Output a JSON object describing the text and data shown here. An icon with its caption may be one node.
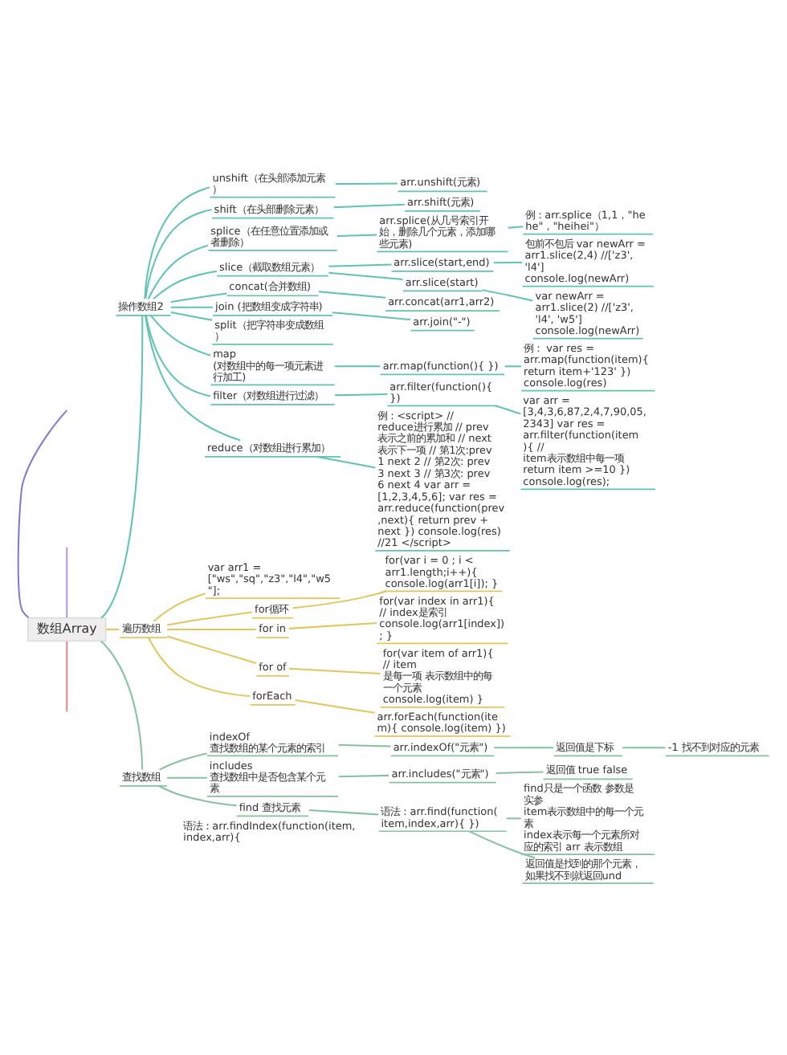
{
  "diagram": {
    "nodes": [
      {
        "text": [
          "数组Array"
        ]
      },
      {
        "text": [
          "操作数组2"
        ]
      },
      {
        "text": [
          "unshift（在头部添加元素）"
        ]
      },
      {
        "text": [
          "arr.unshift(元素)"
        ]
      },
      {
        "text": [
          "shift（在头部删除元素）"
        ]
      },
      {
        "text": [
          "arr.shift(元素)"
        ]
      },
      {
        "text": [
          "splice（在任意位置添加或者删除）"
        ]
      },
      {
        "text": [
          "arr.splice(从几号索引开始，删除几个元素，添加哪些元素)"
        ]
      },
      {
        "text": [
          "例：arr.splice（1,1，\"hehe\"，\"heihei\"）"
        ]
      },
      {
        "text": [
          "slice（截取数组元素）"
        ]
      },
      {
        "text": [
          "arr.slice(start,end)"
        ]
      },
      {
        "text": [
          "包前不包后 var newArr = arr1.slice(2,4) //['z3', 'l4'] console.log(newArr)"
        ]
      },
      {
        "text": [
          "arr.slice(start)"
        ]
      },
      {
        "text": [
          "var newArr = arr1.slice(2) //['z3', 'l4', 'w5'] console.log(newArr)"
        ]
      },
      {
        "text": [
          "concat(合并数组)"
        ]
      },
      {
        "text": [
          "arr.concat(arr1,arr2)"
        ]
      },
      {
        "text": [
          "join (把数组变成字符串)"
        ]
      },
      {
        "text": [
          "arr.join(\"-\")"
        ]
      },
      {
        "text": [
          "split（把字符串变成数组）"
        ]
      },
      {
        "text": [
          "map (对数组中的每一项元素进行加工)"
        ]
      },
      {
        "text": [
          "arr.map(function(){ })"
        ]
      },
      {
        "text": [
          "例： var res = arr.map(function(item){ return item+'123' }) console.log(res)"
        ]
      },
      {
        "text": [
          "filter（对数组进行过滤）"
        ]
      },
      {
        "text": [
          "arr.filter(function(){ })"
        ]
      },
      {
        "text": [
          "var arr = [3,4,3,6,87,2,4,7,90,05,2343] var res = arr.filter(function(item){ // item表示数组中每一项 return item >=10 }) console.log(res);"
        ]
      },
      {
        "text": [
          "reduce（对数组进行累加）"
        ]
      },
      {
        "text": [
          "例：<script> // reduce进行累加 // prev 表示之前的累加和 // next 表示下一项 // 第1次:prev 1 next 2 // 第2次: prev 3 next 3 // 第3次: prev 6 next 4 var arr = [1,2,3,4,5,6]; var res = arr.reduce(function(prev,next){ return prev + next }) console.log(res) //21 </script>"
        ]
      },
      {
        "text": [
          "遍历数组"
        ]
      },
      {
        "text": [
          "var arr1 = [\"ws\",\"sq\",\"z3\",\"l4\",\"w5\"];"
        ]
      },
      {
        "text": [
          "for循环"
        ]
      },
      {
        "text": [
          "for(var i = 0 ; i < arr1.length;i++){ console.log(arr1[i]); }"
        ]
      },
      {
        "text": [
          "for in"
        ]
      },
      {
        "text": [
          "for(var index in arr1){ // index是索引 console.log(arr1[index]); }"
        ]
      },
      {
        "text": [
          "for of"
        ]
      },
      {
        "text": [
          "for(var item of arr1){ // item 是每一项 表示数组中的每一个元素 console.log(item) }"
        ]
      },
      {
        "text": [
          "forEach"
        ]
      },
      {
        "text": [
          "arr.forEach(function(item){ console.log(item) })"
        ]
      },
      {
        "text": [
          "查找数组"
        ]
      },
      {
        "text": [
          "indexOf 查找数组的某个元素的索引"
        ]
      },
      {
        "text": [
          "arr.indexOf(\"元素\")"
        ]
      },
      {
        "text": [
          "返回值是下标"
        ]
      },
      {
        "text": [
          "-1 找不到对应的元素"
        ]
      },
      {
        "text": [
          "includes 查找数组中是否包含某个元素"
        ]
      },
      {
        "text": [
          "arr.includes(\"元素\")"
        ]
      },
      {
        "text": [
          "返回值 true false"
        ]
      },
      {
        "text": [
          "find 查找元素"
        ]
      },
      {
        "text": [
          "语法：arr.find(function(item,index,arr){ })"
        ]
      },
      {
        "text": [
          "find只是一个函数 参数是实参 item表示数组中的每一个元素 index表示每一个元素所对应的索引 arr 表示数组"
        ]
      },
      {
        "text": [
          "返回值是找到的那个元素，如果找不到就返回und"
        ]
      }
    ],
    "edges": [
      {
        "from": null,
        "to": 0,
        "arrow": "none",
        "color": "#7f78d6"
      },
      {
        "from": null,
        "to": 0,
        "arrow": "none",
        "color": "#a59de0"
      },
      {
        "from": 0,
        "to": 1,
        "arrow": "none"
      },
      {
        "from": 1,
        "to": 2,
        "arrow": "none"
      },
      {
        "from": 2,
        "to": 3,
        "arrow": "none"
      },
      {
        "from": 1,
        "to": 4,
        "arrow": "none"
      },
      {
        "from": 4,
        "to": 5,
        "arrow": "none"
      },
      {
        "from": 1,
        "to": 6,
        "arrow": "none"
      },
      {
        "from": 6,
        "to": 7,
        "arrow": "none"
      },
      {
        "from": 7,
        "to": 8,
        "arrow": "none"
      },
      {
        "from": 1,
        "to": 9,
        "arrow": "none"
      },
      {
        "from": 9,
        "to": 10,
        "arrow": "none"
      },
      {
        "from": 10,
        "to": 11,
        "arrow": "none"
      },
      {
        "from": 9,
        "to": 12,
        "arrow": "none"
      },
      {
        "from": 12,
        "to": 13,
        "arrow": "none"
      },
      {
        "from": 1,
        "to": 14,
        "arrow": "none"
      },
      {
        "from": 14,
        "to": 15,
        "arrow": "none"
      },
      {
        "from": 1,
        "to": 16,
        "arrow": "none"
      },
      {
        "from": 16,
        "to": 17,
        "arrow": "none"
      },
      {
        "from": 1,
        "to": 18,
        "arrow": "none"
      },
      {
        "from": 1,
        "to": 19,
        "arrow": "none"
      },
      {
        "from": 19,
        "to": 20,
        "arrow": "none"
      },
      {
        "from": 20,
        "to": 21,
        "arrow": "none"
      },
      {
        "from": 1,
        "to": 22,
        "arrow": "none"
      },
      {
        "from": 22,
        "to": 23,
        "arrow": "none"
      },
      {
        "from": 23,
        "to": 24,
        "arrow": "none"
      },
      {
        "from": 1,
        "to": 25,
        "arrow": "none"
      },
      {
        "from": 25,
        "to": 26,
        "arrow": "none"
      },
      {
        "from": 0,
        "to": 27,
        "arrow": "none",
        "color": "#e3c55a"
      },
      {
        "from": 27,
        "to": 28,
        "arrow": "none",
        "color": "#e3c55a"
      },
      {
        "from": 27,
        "to": 29,
        "arrow": "none",
        "color": "#e3c55a"
      },
      {
        "from": 29,
        "to": 30,
        "arrow": "none",
        "color": "#e3c55a"
      },
      {
        "from": 27,
        "to": 31,
        "arrow": "none",
        "color": "#e3c55a"
      },
      {
        "from": 31,
        "to": 32,
        "arrow": "none",
        "color": "#e3c55a"
      },
      {
        "from": 27,
        "to": 33,
        "arrow": "none",
        "color": "#e3c55a"
      },
      {
        "from": 33,
        "to": 34,
        "arrow": "none",
        "color": "#e3c55a"
      },
      {
        "from": 27,
        "to": 35,
        "arrow": "none",
        "color": "#e3c55a"
      },
      {
        "from": 35,
        "to": 36,
        "arrow": "none",
        "color": "#e3c55a"
      },
      {
        "from": 0,
        "to": 37,
        "arrow": "none",
        "color": "#86c29e"
      },
      {
        "from": 37,
        "to": 38,
        "arrow": "none",
        "color": "#86c29e"
      },
      {
        "from": 38,
        "to": 39,
        "arrow": "none",
        "color": "#86c29e"
      },
      {
        "from": 39,
        "to": 40,
        "arrow": "none",
        "color": "#86c29e"
      },
      {
        "from": 40,
        "to": 41,
        "arrow": "none",
        "color": "#86c29e"
      },
      {
        "from": 37,
        "to": 42,
        "arrow": "none",
        "color": "#86c29e"
      },
      {
        "from": 42,
        "to": 43,
        "arrow": "none",
        "color": "#86c29e"
      },
      {
        "from": 43,
        "to": 44,
        "arrow": "none",
        "color": "#86c29e"
      },
      {
        "from": 37,
        "to": 45,
        "arrow": "none",
        "color": "#86c29e"
      },
      {
        "from": 45,
        "to": 46,
        "arrow": "none",
        "color": "#86c29e"
      },
      {
        "from": 46,
        "to": 47,
        "arrow": "none",
        "color": "#86c29e"
      },
      {
        "from": 46,
        "to": 48,
        "arrow": "none",
        "color": "#86c29e"
      },
      {
        "from": 0,
        "to": null,
        "arrow": "none",
        "color": "#e58585"
      }
    ],
    "labels": [
      "语法：arr.findIndex(function(item,index,arr){"
    ]
  }
}
